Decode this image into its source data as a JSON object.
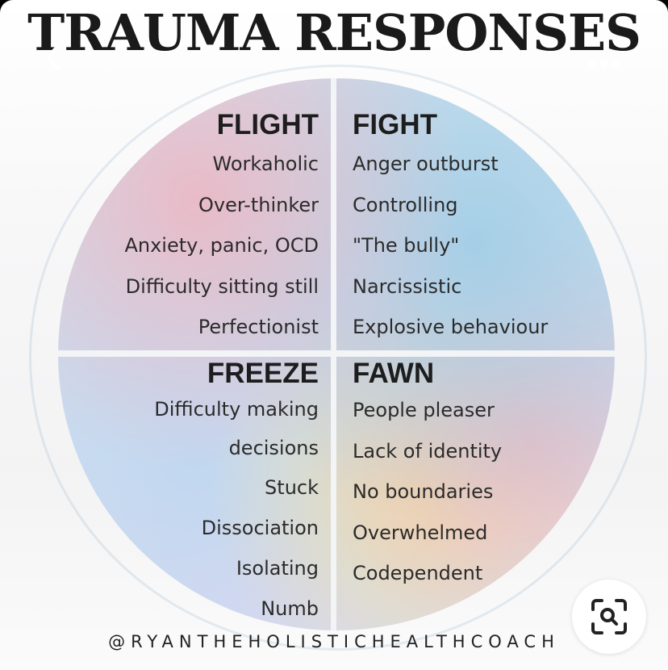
{
  "title": "TRAUMA RESPONSES",
  "footer": "@RYANTHEHOLISTICHEALTHCOACH",
  "icons": {
    "back": "chevron-left-icon",
    "more": "more-horizontal-icon",
    "lens": "visual-search-icon"
  },
  "quadrants": {
    "flight": {
      "heading": "FLIGHT",
      "items": [
        "Workaholic",
        "Over-thinker",
        "Anxiety, panic, OCD",
        "Difficulty sitting still",
        "Perfectionist"
      ]
    },
    "fight": {
      "heading": "FIGHT",
      "items": [
        "Anger outburst",
        "Controlling",
        "\"The bully\"",
        "Narcissistic",
        "Explosive behaviour"
      ]
    },
    "freeze": {
      "heading": "FREEZE",
      "items": [
        "Difficulty making",
        "decisions",
        "Stuck",
        "Dissociation",
        "Isolating",
        "Numb"
      ]
    },
    "fawn": {
      "heading": "FAWN",
      "items": [
        "People pleaser",
        "Lack of identity",
        "No boundaries",
        "Overwhelmed",
        "Codependent"
      ]
    }
  },
  "colors": {
    "divider": "#f2f4f6",
    "text": "#2b2b2b",
    "heading": "#1d1d1d"
  }
}
